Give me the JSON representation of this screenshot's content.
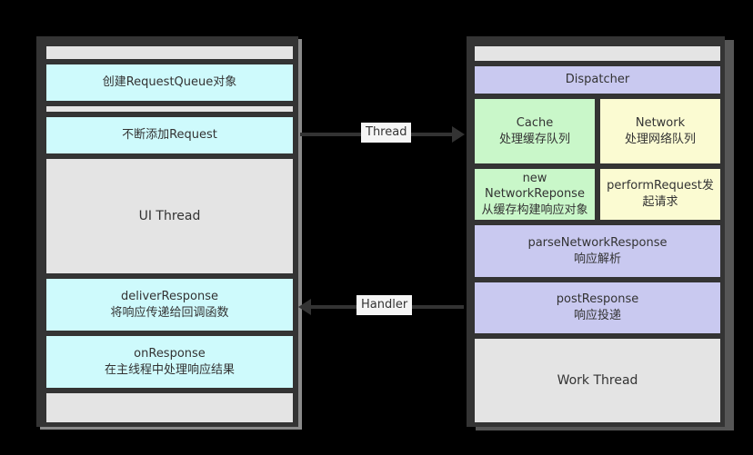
{
  "ui_thread_panel": {
    "header_bar": "",
    "create_queue_label": "创建RequestQueue对象",
    "spacer_bar": "",
    "add_request_label": "不断添加Request",
    "thread_name": "UI Thread",
    "deliver_response": {
      "title": "deliverResponse",
      "desc": "将响应传递给回调函数"
    },
    "on_response": {
      "title": "onResponse",
      "desc": "在主线程中处理响应结果"
    },
    "footer_bar": ""
  },
  "work_thread_panel": {
    "header_bar": "",
    "dispatcher_label": "Dispatcher",
    "cache_queue": {
      "title": "Cache",
      "desc": "处理缓存队列"
    },
    "network_queue": {
      "title": "Network",
      "desc": "处理网络队列"
    },
    "new_network_response": {
      "title": "new NetworkReponse",
      "desc": "从缓存构建响应对象"
    },
    "perform_request_label": "performRequest发起请求",
    "parse_network_response": {
      "title": "parseNetworkResponse",
      "desc": "响应解析"
    },
    "post_response": {
      "title": "postResponse",
      "desc": "响应投递"
    },
    "thread_name": "Work Thread"
  },
  "connectors": {
    "thread_arrow": {
      "label": "Thread",
      "direction": "left-to-right"
    },
    "handler_arrow": {
      "label": "Handler",
      "direction": "right-to-left"
    }
  },
  "colors": {
    "background": "#000000",
    "frame": "#343434",
    "bar_gray": "#e4e4e4",
    "cyan": "#cefafc",
    "lavender": "#c9c9f0",
    "green": "#c9f7c9",
    "yellow": "#fbfbd2",
    "line": "#333333",
    "label_bg": "#f5f5f5"
  }
}
